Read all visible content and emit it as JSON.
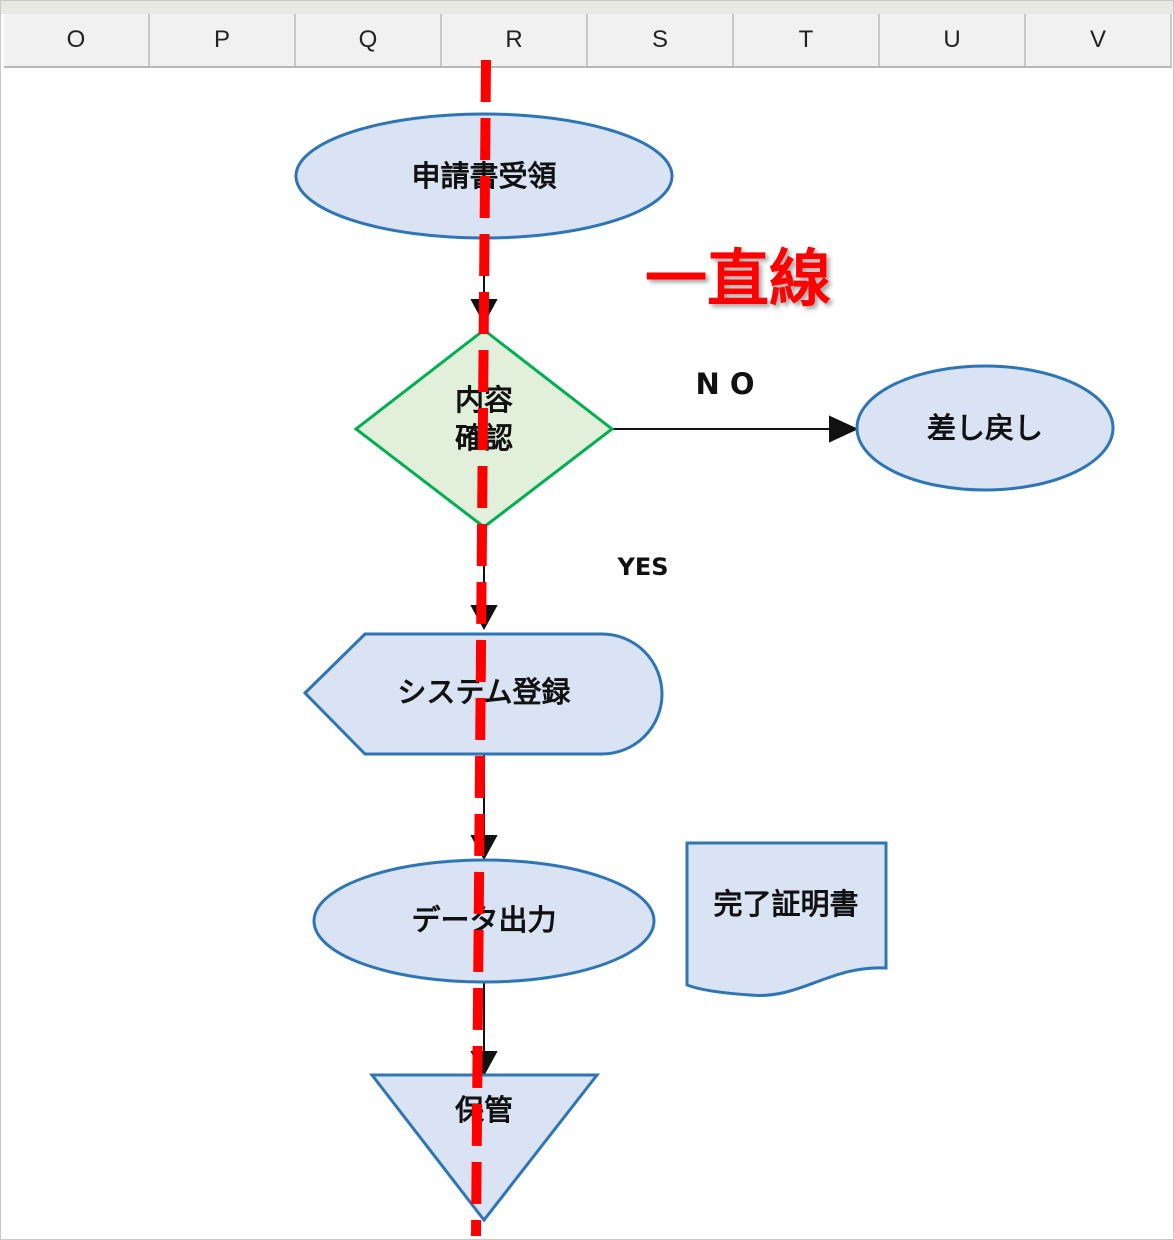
{
  "columns": [
    "O",
    "P",
    "Q",
    "R",
    "S",
    "T",
    "U",
    "V"
  ],
  "flowchart": {
    "start": "申請書受領",
    "decision_line1": "内容",
    "decision_line2": "確認",
    "no_label": "N O",
    "yes_label": "YES",
    "reject": "差し戻し",
    "system": "システム登録",
    "output": "データ出力",
    "document": "完了証明書",
    "storage": "保管"
  },
  "annotation": "一直線",
  "colors": {
    "shape_fill": "#dae3f3",
    "shape_stroke": "#2e75b6",
    "decision_fill": "#e2efda",
    "decision_stroke": "#00b050",
    "annotation": "#ff0000"
  }
}
